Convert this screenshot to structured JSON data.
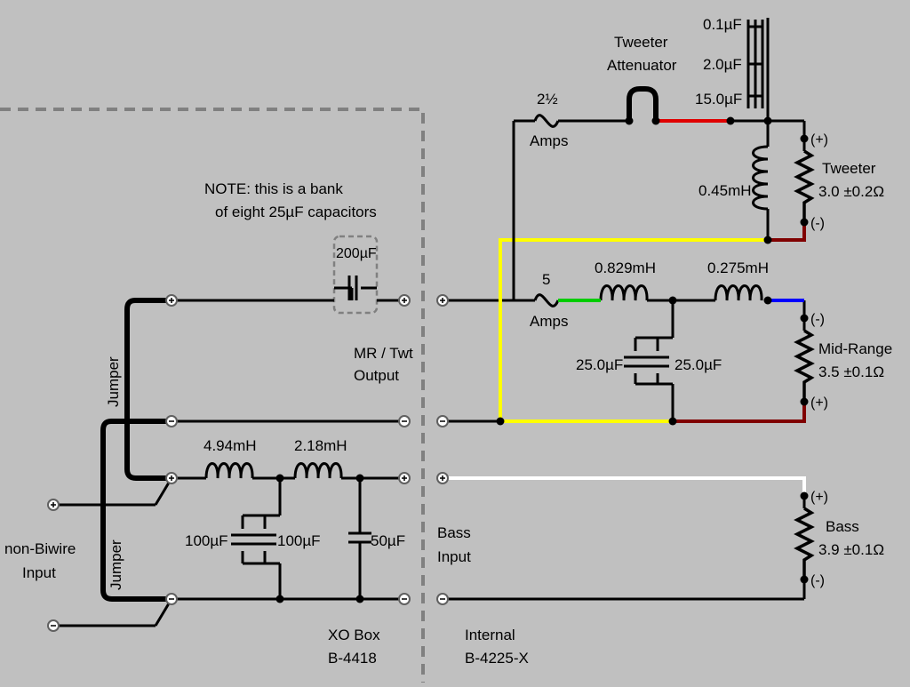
{
  "labels": {
    "note_line1": "NOTE: this is a bank",
    "note_line2": "of eight 25µF capacitors",
    "bank_cap": "200µF",
    "jumper_top": "Jumper",
    "jumper_bottom": "Jumper",
    "mr_twt_line1": "MR / Twt",
    "mr_twt_line2": "Output",
    "bass_input_line1": "Bass",
    "bass_input_line2": "Input",
    "nonbiwire_line1": "non-Biwire",
    "nonbiwire_line2": "Input",
    "xo_box_line1": "XO Box",
    "xo_box_line2": "B-4418",
    "internal_line1": "Internal",
    "internal_line2": "B-4225-X",
    "ind_494": "4.94mH",
    "ind_218": "2.18mH",
    "cap_100a": "100µF",
    "cap_100b": "100µF",
    "cap_50": "50µF",
    "fuse_tw_top": "2½",
    "fuse_tw_bot": "Amps",
    "tw_atten_line1": "Tweeter",
    "tw_atten_line2": "Attenuator",
    "cap_01": "0.1µF",
    "cap_20": "2.0µF",
    "cap_150": "15.0µF",
    "ind_045": "0.45mH",
    "tweeter_line1": "Tweeter",
    "tweeter_line2": "3.0 ±0.2Ω",
    "fuse_mr_top": "5",
    "fuse_mr_bot": "Amps",
    "ind_0829": "0.829mH",
    "ind_0275": "0.275mH",
    "cap_250a": "25.0µF",
    "cap_250b": "25.0µF",
    "midrange_line1": "Mid-Range",
    "midrange_line2": "3.5 ±0.1Ω",
    "bass_line1": "Bass",
    "bass_line2": "3.9 ±0.1Ω",
    "plus": "(+)",
    "minus": "(-)"
  },
  "colors": {
    "background": "#c0c0c0",
    "wire": "#000000",
    "red": "#e00000",
    "yellow": "#ffff00",
    "dark_red": "#800000",
    "green": "#00cc00",
    "blue": "#0000ff",
    "white": "#ffffff",
    "dashed_box": "#808080"
  }
}
